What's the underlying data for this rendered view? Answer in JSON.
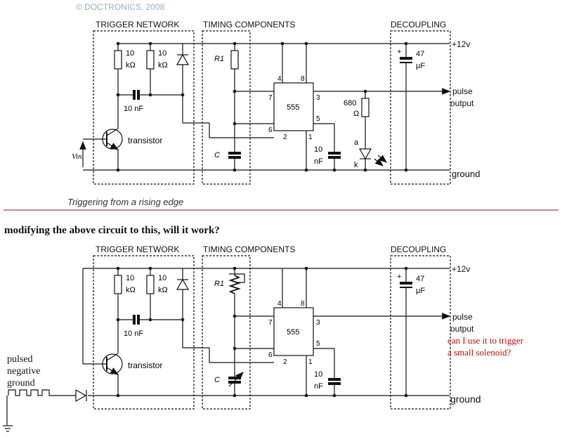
{
  "copyright": "© DOCTRONICS, 2008",
  "caption": "Triggering from a rising edge",
  "question": "modifying the above circuit to this, will it work?",
  "sections": {
    "trigger": "TRIGGER NETWORK",
    "timing": "TIMING COMPONENTS",
    "decoupling": "DECOUPLING"
  },
  "rails": {
    "supply": "+12v",
    "ground": "ground"
  },
  "output": {
    "line1": "pulse",
    "line2": "output"
  },
  "components": {
    "res_value": "10",
    "res_unit": "kΩ",
    "cap_trigger": "10 nF",
    "transistor": "transistor",
    "r1": "R1",
    "c": "C",
    "ic": "555",
    "cap_ctrl_value": "10",
    "cap_ctrl_unit": "nF",
    "cap_dec_value": "47",
    "cap_dec_unit": "μF",
    "led_res_value": "680",
    "led_res_unit": "Ω",
    "led_anode": "a",
    "led_cathode": "k",
    "vin": "Vin",
    "pins": {
      "p1": "1",
      "p2": "2",
      "p3": "3",
      "p4": "4",
      "p5": "5",
      "p6": "6",
      "p7": "7",
      "p8": "8"
    }
  },
  "annotations": {
    "pulsed_1": "pulsed",
    "pulsed_2": "negative",
    "pulsed_3": "ground",
    "note_1": "can I use it to trigger",
    "note_2": "a small solenoid?"
  },
  "colors": {
    "divider": "#8b1a1a",
    "note": "#b01010",
    "copyright": "#8fb4c8",
    "ink": "#111111"
  }
}
